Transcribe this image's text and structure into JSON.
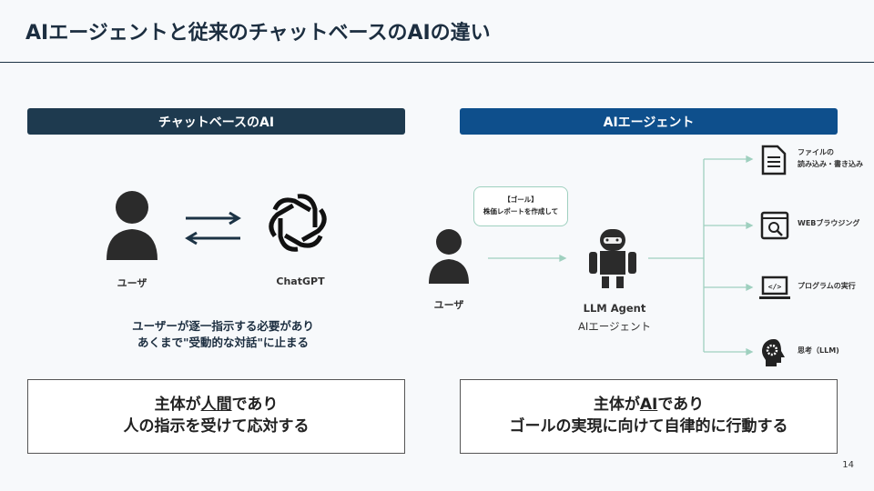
{
  "title": "AIエージェントと従来のチャットベースのAIの違い",
  "left": {
    "header": "チャットベースのAI",
    "user_label": "ユーザ",
    "bot_label": "ChatGPT",
    "note_line1": "ユーザーが逐一指示する必要があり",
    "note_line2": "あくまで\"受動的な対話\"に止まる",
    "box_subject": "主体が",
    "box_subject_em": "人間",
    "box_subject_tail": "であり",
    "box_line2": "人の指示を受けて応対する"
  },
  "right": {
    "header": "AIエージェント",
    "user_label": "ユーザ",
    "bubble_line1": "【ゴール】",
    "bubble_line2": "株価レポートを作成して",
    "agent_label1": "LLM Agent",
    "agent_label2": "AIエージェント",
    "tools": [
      {
        "icon": "document-icon",
        "line1": "ファイルの",
        "line2": "読み込み・書き込み"
      },
      {
        "icon": "browser-search-icon",
        "line1": "WEBブラウジング",
        "line2": ""
      },
      {
        "icon": "laptop-code-icon",
        "line1": "プログラムの実行",
        "line2": ""
      },
      {
        "icon": "head-gear-icon",
        "line1": "思考（LLM)",
        "line2": ""
      }
    ],
    "box_subject": "主体が",
    "box_subject_em": "AI",
    "box_subject_tail": "であり",
    "box_line2": "ゴールの実現に向けて自律的に行動する"
  },
  "page_number": "14",
  "colors": {
    "left_header": "#1e3a4f",
    "right_header": "#0e4f8c",
    "arrow": "#9fd0bf"
  }
}
